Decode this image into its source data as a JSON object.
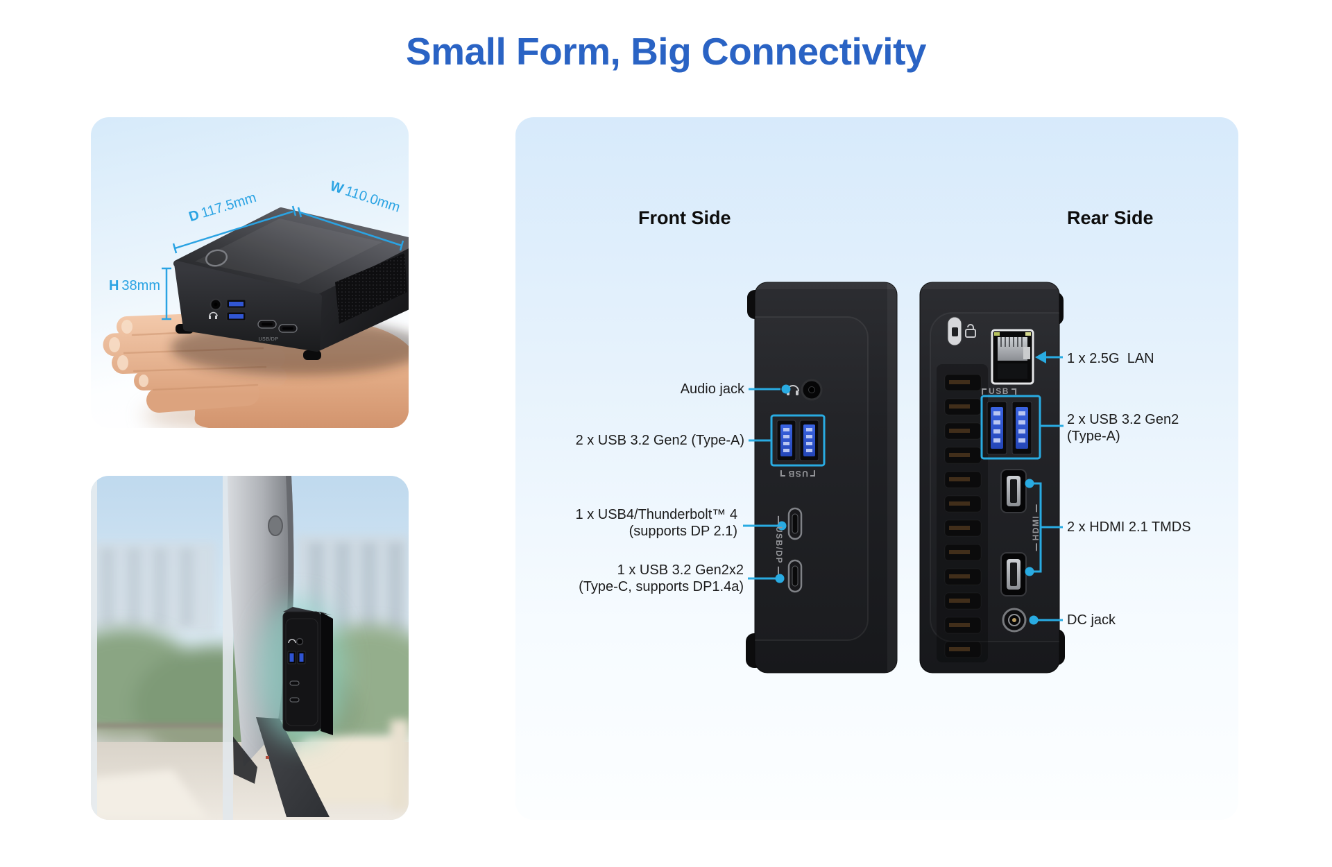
{
  "page": {
    "title": "Small Form, Big Connectivity"
  },
  "colors": {
    "accent": "#29ABE2",
    "title_blue": "#2A63C4"
  },
  "dimension_card": {
    "depth": {
      "prefix": "D",
      "value": "117.5mm"
    },
    "width": {
      "prefix": "W",
      "value": "110.0mm"
    },
    "height": {
      "prefix": "H",
      "value": "38mm"
    },
    "front_print": "USB/DP"
  },
  "ports_card": {
    "front_heading": "Front Side",
    "rear_heading": "Rear Side",
    "front": {
      "audio": "Audio jack",
      "usba": "2 x USB 3.2 Gen2 (Type-A)",
      "tb_line1": "1 x USB4/Thunderbolt™ 4",
      "tb_line2": "(supports DP 2.1)",
      "typec_line1": "1 x USB 3.2 Gen2x2",
      "typec_line2": "(Type-C, supports DP1.4a)",
      "usb_print": "USB",
      "usbdp_print": "USB/DP"
    },
    "rear": {
      "lan": "1 x 2.5G  LAN",
      "usba_line1": "2 x USB 3.2 Gen2",
      "usba_line2": "(Type-A)",
      "hdmi": "2 x HDMI 2.1 TMDS",
      "dc": "DC jack",
      "usb_print": "USB",
      "hdmi_print": "HDMI"
    }
  }
}
